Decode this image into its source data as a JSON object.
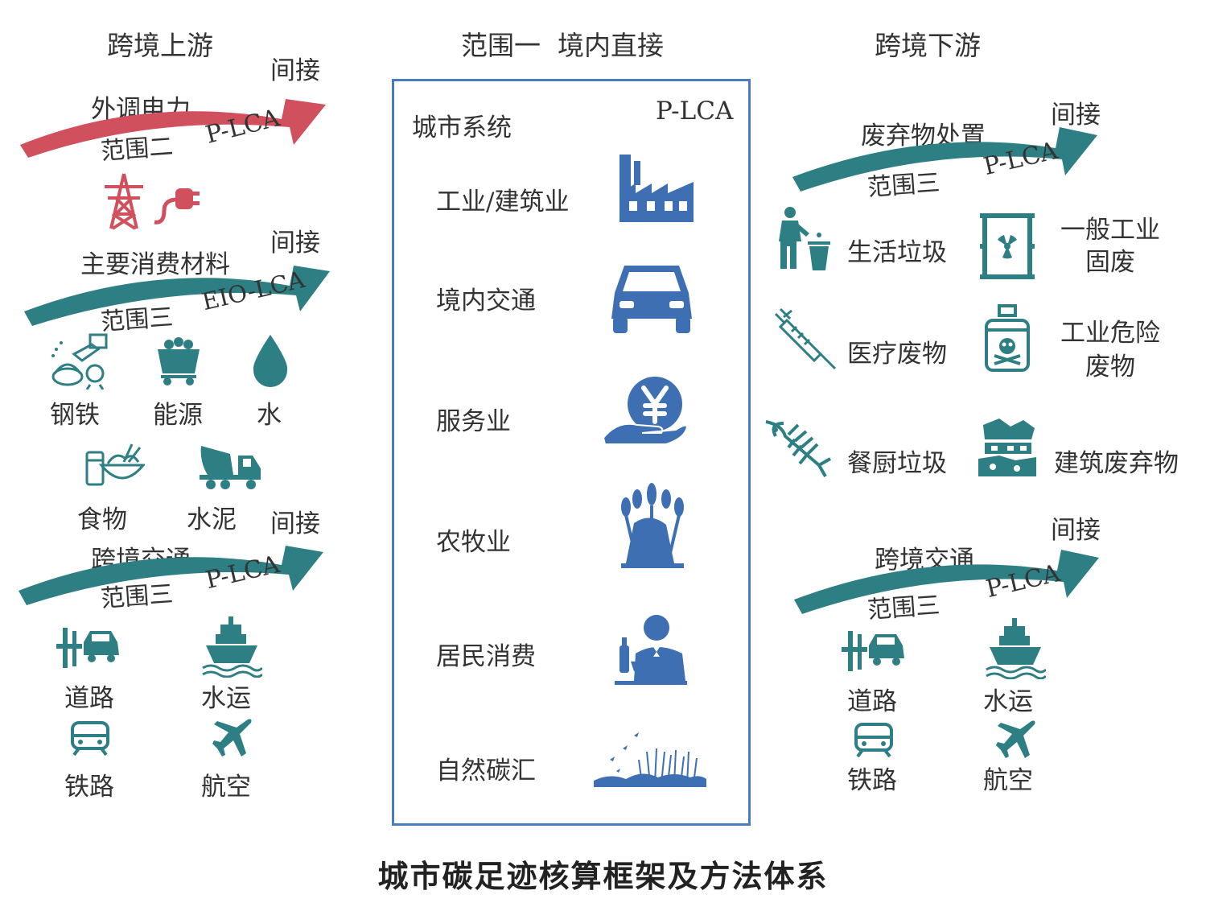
{
  "colors": {
    "teal": "#2e7f83",
    "red": "#d0505e",
    "blue": "#3f6fb3",
    "box_border": "#4a7bbf"
  },
  "headers": {
    "upstream": "跨境上游",
    "scope1": "范围一  境内直接",
    "downstream": "跨境下游"
  },
  "upstream": {
    "power": {
      "indirect": "间接",
      "title": "外调电力",
      "scope": "范围二",
      "method": "P-LCA"
    },
    "materials": {
      "indirect": "间接",
      "title": "主要消费材料",
      "scope": "范围三",
      "method": "EIO-LCA",
      "items": [
        "钢铁",
        "能源",
        "水",
        "食物",
        "水泥"
      ]
    },
    "transport": {
      "indirect": "间接",
      "title": "跨境交通",
      "scope": "范围三",
      "method": "P-LCA",
      "items": [
        "道路",
        "水运",
        "铁路",
        "航空"
      ]
    }
  },
  "city": {
    "title": "城市系统",
    "method": "P-LCA",
    "sectors": [
      "工业/建筑业",
      "境内交通",
      "服务业",
      "农牧业",
      "居民消费",
      "自然碳汇"
    ]
  },
  "downstream": {
    "waste": {
      "indirect": "间接",
      "title": "废弃物处置",
      "scope": "范围三",
      "method": "P-LCA",
      "items": [
        "生活垃圾",
        "一般工业固废",
        "医疗废物",
        "工业危险废物",
        "餐厨垃圾",
        "建筑废弃物"
      ]
    },
    "transport": {
      "indirect": "间接",
      "title": "跨境交通",
      "scope": "范围三",
      "method": "P-LCA",
      "items": [
        "道路",
        "水运",
        "铁路",
        "航空"
      ]
    }
  },
  "caption": "城市碳足迹核算框架及方法体系",
  "icons": [
    "transmission-tower-icon",
    "plug-icon",
    "steel-icon",
    "energy-cart-icon",
    "water-drop-icon",
    "food-icon",
    "cement-truck-icon",
    "road-car-icon",
    "ship-icon",
    "train-icon",
    "plane-icon",
    "factory-icon",
    "car-icon",
    "yen-hand-icon",
    "wheat-icon",
    "resident-icon",
    "wetland-icon",
    "trash-person-icon",
    "radioactive-barrel-icon",
    "syringe-icon",
    "poison-bottle-icon",
    "fish-bone-icon",
    "construction-debris-icon"
  ]
}
